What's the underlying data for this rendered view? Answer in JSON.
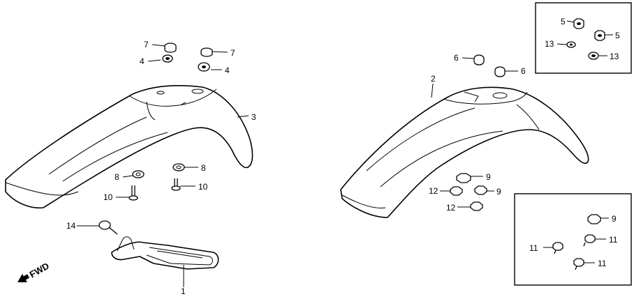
{
  "diagram": {
    "callouts": {
      "c1": "1",
      "c2": "2",
      "c3": "3",
      "c4a": "4",
      "c4b": "4",
      "c5a": "5",
      "c5b": "5",
      "c6a": "6",
      "c6b": "6",
      "c7a": "7",
      "c7b": "7",
      "c8a": "8",
      "c8b": "8",
      "c9a": "9",
      "c9b": "9",
      "c9c": "9",
      "c10a": "10",
      "c10b": "10",
      "c11a": "11",
      "c11b": "11",
      "c11c": "11",
      "c12a": "12",
      "c12b": "12",
      "c13a": "13",
      "c13b": "13",
      "c14": "14"
    },
    "fwd_label": "FWD"
  }
}
